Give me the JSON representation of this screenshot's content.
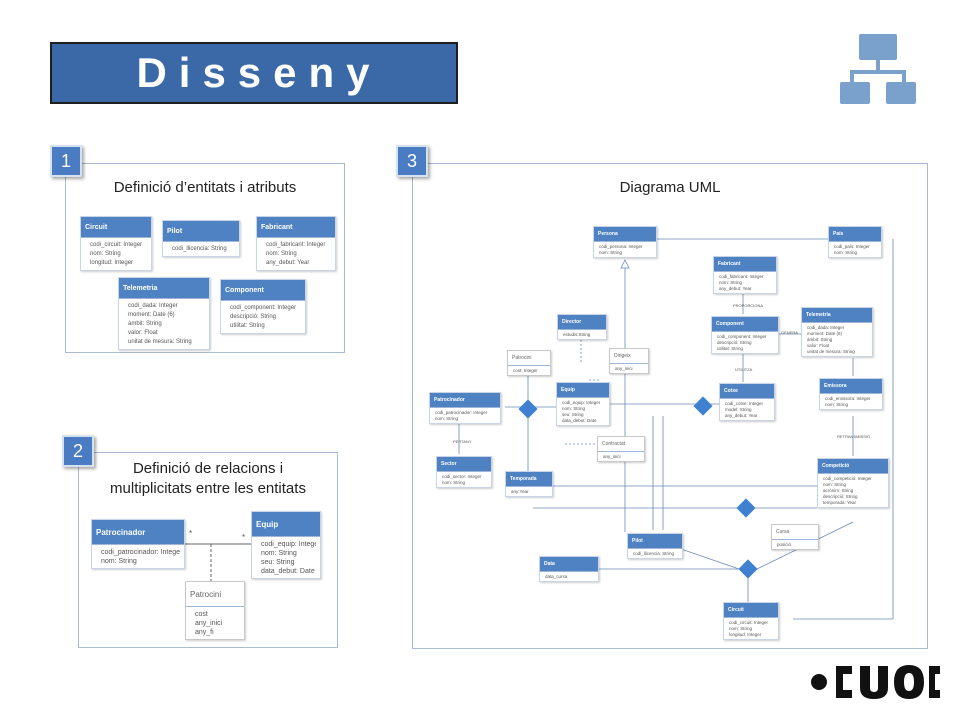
{
  "title": "Disseny",
  "panels": {
    "entities": {
      "badge": "1",
      "title": "Definició d’entitats i atributs"
    },
    "relations": {
      "badge": "2",
      "title": "Definició de relacions i multiplicitats entre les entitats"
    },
    "uml": {
      "badge": "3",
      "title": "Diagrama UML"
    }
  },
  "entities": {
    "circuit": {
      "name": "Circuit",
      "attrs": [
        "codi_circuit: Integer",
        "nom: String",
        "longitud: Integer"
      ]
    },
    "pilot": {
      "name": "Pilot",
      "attrs": [
        "codi_llicencia: String"
      ]
    },
    "fabricant": {
      "name": "Fabricant",
      "attrs": [
        "codi_fabricant: Integer",
        "nom: String",
        "any_debut: Year"
      ]
    },
    "telemetria": {
      "name": "Telemetria",
      "attrs": [
        "codi_dada: Integer",
        "moment: Date (6)",
        "àmbit: String",
        "valor: Float",
        "unitat de mesura: String"
      ]
    },
    "component": {
      "name": "Component",
      "attrs": [
        "codi_component: Integer",
        "descripció: String",
        "utilitat: String"
      ]
    }
  },
  "relations": {
    "patrocinador": {
      "name": "Patrocinador",
      "attrs": [
        "codi_patrocinador: Integer",
        "nom: String"
      ]
    },
    "equip": {
      "name": "Equip",
      "attrs": [
        "codi_equip: Integer",
        "nom: String",
        "seu: String",
        "data_debut: Date"
      ]
    },
    "patrocini": {
      "name": "Patrocini",
      "attrs": [
        "cost",
        "any_inici",
        "any_fi"
      ]
    },
    "mult_left": "*",
    "mult_right": "*"
  },
  "uml": {
    "classes": {
      "persona": {
        "name": "Persona",
        "attrs": [
          "codi_persona: Integer",
          "nom: String"
        ]
      },
      "pais": {
        "name": "País",
        "attrs": [
          "codi_país: Integer",
          "nom: String"
        ]
      },
      "fabricant": {
        "name": "Fabricant",
        "attrs": [
          "codi_fabricant: Integer",
          "nom: String",
          "any_debut: Year"
        ]
      },
      "component": {
        "name": "Component",
        "attrs": [
          "codi_component: Integer",
          "descripció: String",
          "utilitat: String"
        ]
      },
      "telemetria": {
        "name": "Telemetria",
        "attrs": [
          "codi_dada: Integer",
          "moment: Date (6)",
          "àmbit: String",
          "valor: Float",
          "unitat de mesura: String"
        ]
      },
      "director": {
        "name": "Director",
        "attrs": [
          "estudis:String"
        ]
      },
      "patrocini": {
        "name": "Patrocini",
        "attrs": [
          "cost: Integer"
        ]
      },
      "dirigeix": {
        "name": "Dirigeix",
        "attrs": [
          "any_inici"
        ]
      },
      "equip": {
        "name": "Equip",
        "attrs": [
          "codi_equip: Integer",
          "nom: String",
          "seu: String",
          "data_debut: Date"
        ]
      },
      "cotxe": {
        "name": "Cotxe",
        "attrs": [
          "codi_cotxe: Integer",
          "model: String",
          "any_debut: Year"
        ]
      },
      "emissora": {
        "name": "Emissora",
        "attrs": [
          "codi_emissora: Integer",
          "nom: String"
        ]
      },
      "patrocinador": {
        "name": "Patrocinador",
        "attrs": [
          "codi_patrocinador: Integer",
          "nom: String"
        ]
      },
      "contractat": {
        "name": "Contractat",
        "attrs": [
          "any_inici"
        ]
      },
      "sector": {
        "name": "Sector",
        "attrs": [
          "codi_sector: Integer",
          "nom: String"
        ]
      },
      "temporada": {
        "name": "Temporada",
        "attrs": [
          "any:Year"
        ]
      },
      "competicio": {
        "name": "Competició",
        "attrs": [
          "codi_competició: Integer",
          "nom: String",
          "acrònim: String",
          "descripció: String",
          "temporada: Year"
        ]
      },
      "cursa": {
        "name": "Cursa",
        "attrs": [
          "posició"
        ]
      },
      "pilot": {
        "name": "Pilot",
        "attrs": [
          "codi_llicencia: String"
        ]
      },
      "data": {
        "name": "Data",
        "attrs": [
          "data_cursa"
        ]
      },
      "circuit": {
        "name": "Circuit",
        "attrs": [
          "codi_circuit: Integer",
          "nom: String",
          "longitud: Integer"
        ]
      }
    },
    "labels": {
      "proporciona": "PROPORCIONA",
      "genera": "GENERA",
      "utilitza": "UTILITZA",
      "pertany": "PERTANY",
      "retransmissio": "RETRANSMISSIÓ"
    }
  },
  "brand": {
    "logo_text": "UOC",
    "color_blue": "#3b69a8",
    "color_accent": "#4f82c2"
  }
}
